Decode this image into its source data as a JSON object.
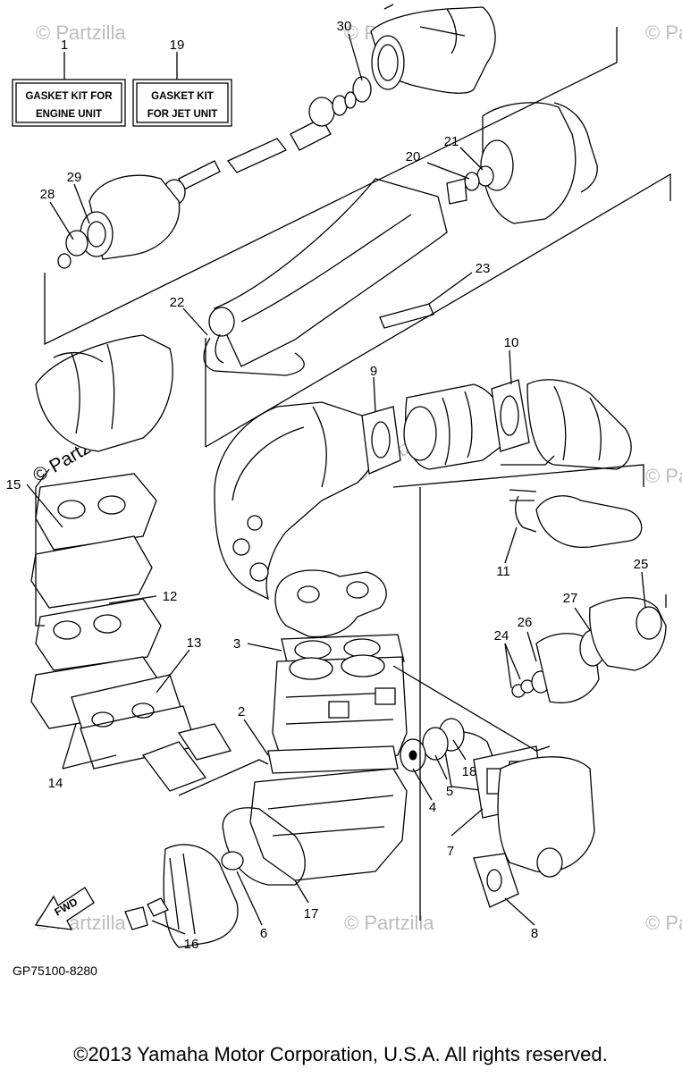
{
  "diagram": {
    "kits": [
      {
        "number": "1",
        "line1": "GASKET KIT FOR",
        "line2": "ENGINE UNIT"
      },
      {
        "number": "19",
        "line1": "GASKET KIT",
        "line2": "FOR JET UNIT"
      }
    ],
    "callouts": [
      "30",
      "21",
      "20",
      "29",
      "28",
      "23",
      "22",
      "10",
      "9",
      "15",
      "11",
      "25",
      "12",
      "27",
      "26",
      "24",
      "13",
      "3",
      "2",
      "14",
      "18",
      "5",
      "4",
      "7",
      "17",
      "6",
      "16",
      "8"
    ],
    "code": "GP75100-8280",
    "fwd_label": "FWD",
    "watermark": "© Partzilla.com",
    "watermark_short": "© Partzilla",
    "copyright": "©2013  Yamaha Motor Corporation, U.S.A. All rights reserved."
  }
}
